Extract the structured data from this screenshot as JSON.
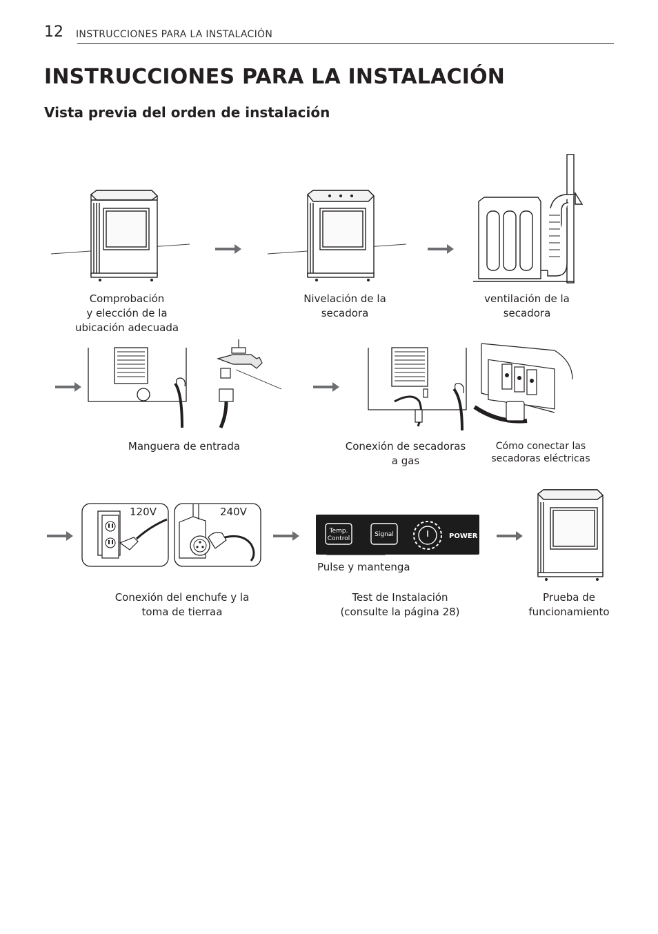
{
  "header": {
    "page_number": "12",
    "running_title": "INSTRUCCIONES PARA LA INSTALACIÓN"
  },
  "title": "INSTRUCCIONES PARA LA INSTALACIÓN",
  "subtitle": "Vista previa del orden de instalación",
  "steps": [
    {
      "lines": [
        "Comprobación",
        "y elección de la",
        "ubicación adecuada"
      ]
    },
    {
      "lines": [
        "Nivelación de la",
        "secadora"
      ]
    },
    {
      "lines": [
        "ventilación de la",
        "secadora"
      ]
    },
    {
      "lines": [
        "Manguera de entrada"
      ]
    },
    {
      "lines": [
        "Conexión de secadoras",
        "a gas"
      ]
    },
    {
      "lines": [
        "Cómo conectar las",
        "secadoras eléctricas"
      ]
    },
    {
      "lines": [
        "Conexión del enchufe y la",
        "toma de tierraa"
      ]
    },
    {
      "lines": [
        "Test de Instalación",
        "(consulte la página 28)"
      ]
    },
    {
      "lines": [
        "Prueba de",
        "funcionamiento"
      ]
    }
  ],
  "voltage": {
    "low": "120V",
    "high": "240V"
  },
  "control_panel": {
    "temp_line1": "Temp.",
    "temp_line2": "Control",
    "signal": "Signal",
    "power": "POWER",
    "press_hold": "Pulse y mantenga"
  },
  "icons": [
    "dryer-illustration",
    "level-line",
    "vent-duct",
    "water-faucet",
    "inlet-hose",
    "gas-pipe",
    "terminal-block",
    "outlet-120v",
    "outlet-240v",
    "power-button-icon",
    "right-arrow-icon"
  ]
}
